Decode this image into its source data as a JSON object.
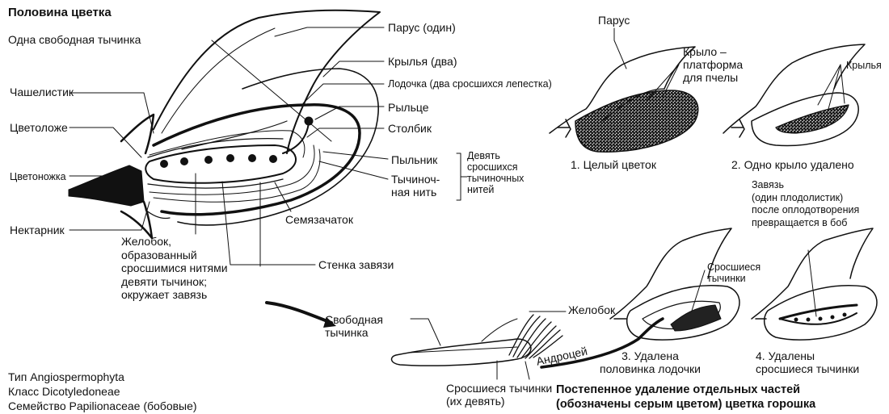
{
  "title": "Половина цветка",
  "labels": {
    "one_free_stamen": "Одна свободная тычинка",
    "sepal": "Чашелистик",
    "receptacle": "Цветоложе",
    "pedicel": "Цветоножка",
    "nectary": "Нектарник",
    "banner": "Парус (один)",
    "wings": "Крылья (два)",
    "keel": "Лодочка (два сросшихся лепестка)",
    "stigma": "Рыльце",
    "style": "Столбик",
    "anther": "Пыльник",
    "filament": "Тычиноч-\nная нить",
    "nine_fused": "Девять\nсросшихся\nтычиночных\nнитей",
    "ovule": "Семязачаток",
    "groove": "Желобок,\nобразованный\nсросшимися нитями\nдевяти тычинок;\nокружает завязь",
    "ovary_wall": "Стенка завязи",
    "free_stamen_2": "Свободная\nтычинка",
    "groove_2": "Желобок",
    "androecium": "Андроцей",
    "fused_stamens_nine": "Сросшиеся тычинки\n(их девять)"
  },
  "stages": {
    "s1_banner": "Парус",
    "s1_wing_platform": "Крыло –\nплатформа\nдля пчелы",
    "s1_caption": "1. Целый цветок",
    "s2_wings": "Крылья",
    "s2_caption": "2. Одно крыло удалено",
    "s3_fused": "Сросшиеся\nтычинки",
    "s3_caption": "3. Удалена\nполовинка лодочки",
    "s4_ovary": "Завязь\n(один плодолистик)\nпосле оплодотворения\nпревращается в боб",
    "s4_caption": "4. Удалены\nсросшиеся тычинки"
  },
  "heading_bottom": "Постепенное удаление отдельных частей\n(обозначены серым цветом) цветка горошка",
  "taxonomy": {
    "phylum": "Тип Angiospermophyta",
    "class": "Класс Dicotyledoneae",
    "family": "Семейство Papilionaceae (бобовые)"
  },
  "colors": {
    "ink": "#111111",
    "gray_fill": "#cfcfcf"
  }
}
